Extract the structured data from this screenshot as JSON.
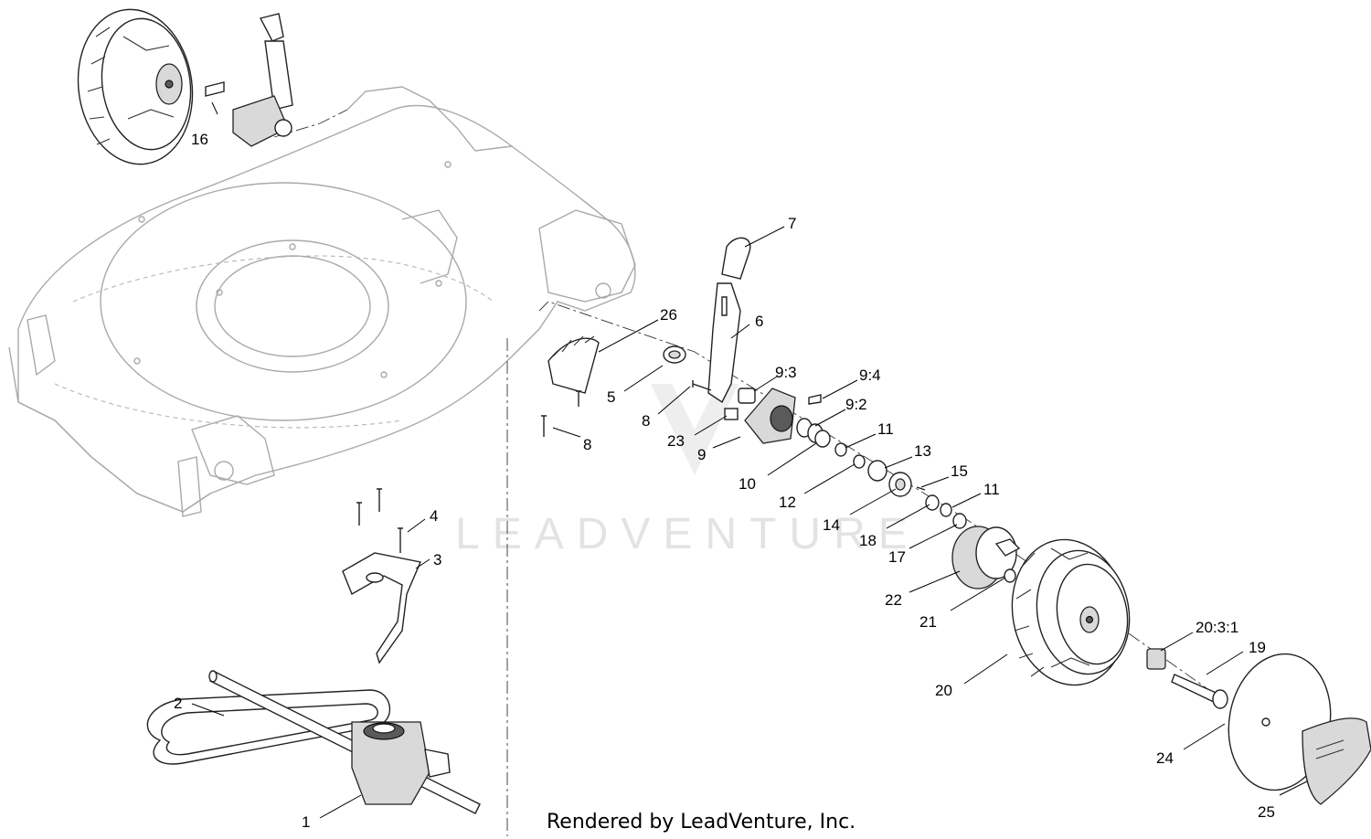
{
  "watermark": "LEADVENTURE",
  "credit": "Rendered by LeadVenture, Inc.",
  "callouts": {
    "c1": "1",
    "c2": "2",
    "c3": "3",
    "c4": "4",
    "c5": "5",
    "c6": "6",
    "c7": "7",
    "c8a": "8",
    "c8b": "8",
    "c9": "9",
    "c9_2": "9:2",
    "c9_3": "9:3",
    "c9_4": "9:4",
    "c10": "10",
    "c11a": "11",
    "c11b": "11",
    "c12": "12",
    "c13": "13",
    "c14": "14",
    "c15": "15",
    "c16": "16",
    "c17": "17",
    "c18": "18",
    "c19": "19",
    "c20": "20",
    "c20_3_1": "20:3:1",
    "c21": "21",
    "c22": "22",
    "c23": "23",
    "c24": "24",
    "c25": "25",
    "c26": "26"
  }
}
